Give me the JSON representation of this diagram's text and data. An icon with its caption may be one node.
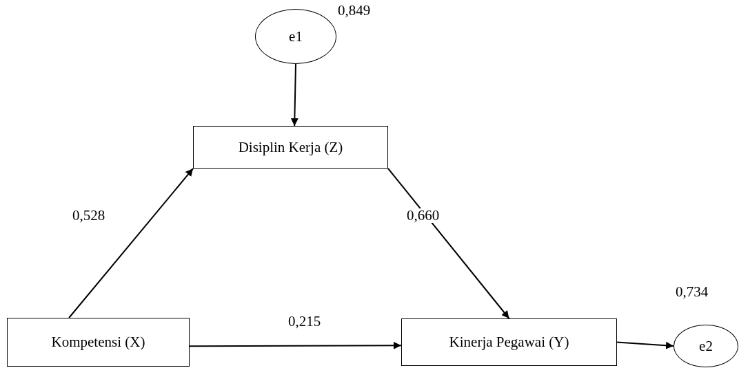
{
  "diagram": {
    "nodes": [
      {
        "text": [
          "e1"
        ],
        "beside": [
          "0,849"
        ]
      },
      {
        "text": [
          "Disiplin Kerja (Z)"
        ]
      },
      {
        "text": [
          "Kompetensi (X)"
        ]
      },
      {
        "text": [
          "Kinerja Pegawai (Y)"
        ]
      },
      {
        "text": [
          "e2"
        ],
        "beside": [
          "0,734"
        ]
      }
    ],
    "edges": [
      {
        "from": 0,
        "to": 1,
        "arrow": "to"
      },
      {
        "from": 2,
        "to": 1,
        "arrow": "to",
        "label": "0,528"
      },
      {
        "from": 1,
        "to": 3,
        "arrow": "to",
        "label": "0,660"
      },
      {
        "from": 2,
        "to": 3,
        "arrow": "to",
        "label": "0,215"
      },
      {
        "from": 3,
        "to": 4,
        "arrow": "to"
      }
    ]
  }
}
